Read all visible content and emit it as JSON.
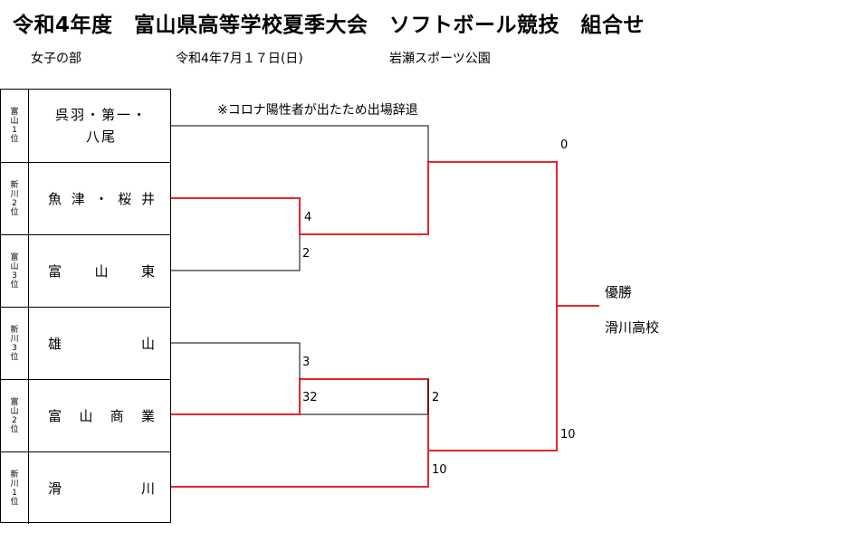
{
  "header": {
    "title": "令和4年度　富山県高等学校夏季大会　ソフトボール競技　組合せ",
    "division": "女子の部",
    "date": "令和4年7月１７日(日)",
    "venue": "岩瀬スポーツ公園"
  },
  "note": "※コロナ陽性者が出たため出場辞退",
  "teams": [
    {
      "seed": "富\n山\n1\n位",
      "name": "呉羽・第一・八尾"
    },
    {
      "seed": "新\n川\n2\n位",
      "name": "魚津・桜井"
    },
    {
      "seed": "富\n山\n3\n位",
      "name": "富山東"
    },
    {
      "seed": "新\n川\n3\n位",
      "name": "雄山"
    },
    {
      "seed": "富\n山\n2\n位",
      "name": "富山商業"
    },
    {
      "seed": "新\n川\n1\n位",
      "name": "滑川"
    }
  ],
  "scores": {
    "r1a_top": "4",
    "r1a_bottom": "2",
    "r1b_top": "3",
    "r1b_bottom": "32",
    "semi_b_top": "2",
    "semi_b_bottom": "10",
    "final_top": "0",
    "final_bottom": "10"
  },
  "champion": {
    "label": "優勝",
    "team": "滑川高校"
  },
  "colors": {
    "winner_line": "#e8262d",
    "line": "#000000"
  }
}
